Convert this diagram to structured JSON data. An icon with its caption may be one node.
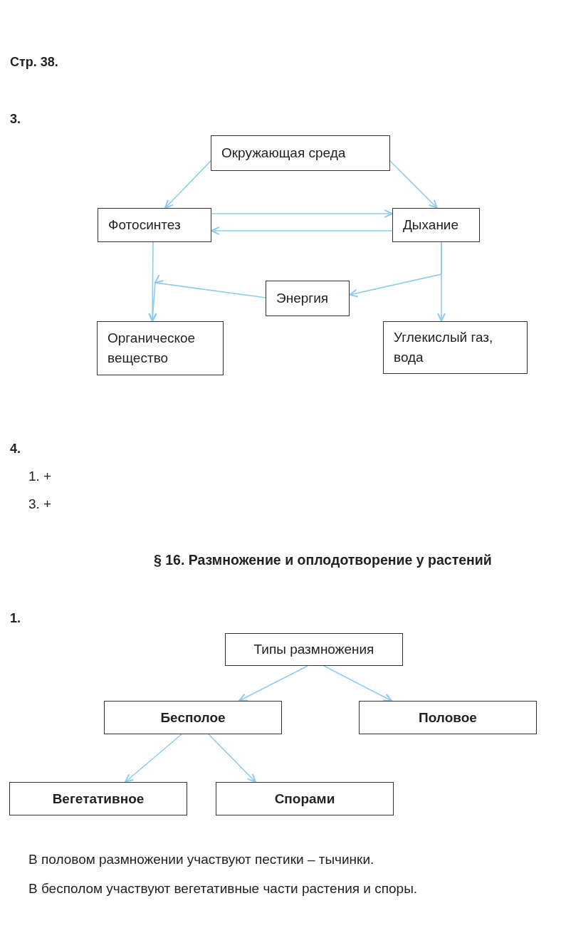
{
  "diagram": {
    "nodes": [
      {
        "text": [
          "Окружающая среда"
        ]
      },
      {
        "text": [
          "Фотосинтез"
        ]
      },
      {
        "text": [
          "Дыхание"
        ]
      },
      {
        "text": [
          "Энергия"
        ]
      },
      {
        "text": [
          "Органическое вещество"
        ]
      },
      {
        "text": [
          "Углекислый газ, вода"
        ]
      },
      {
        "text": [
          "Типы размножения"
        ]
      },
      {
        "text": [
          "Бесполое"
        ]
      },
      {
        "text": [
          "Половое"
        ]
      },
      {
        "text": [
          "Вегетативное"
        ]
      },
      {
        "text": [
          "Спорами"
        ]
      }
    ],
    "edges": [
      {
        "from": 0,
        "to": 1,
        "arrow": "to"
      },
      {
        "from": 0,
        "to": 2,
        "arrow": "to"
      },
      {
        "from": 1,
        "to": 2,
        "arrow": "to"
      },
      {
        "from": 2,
        "to": 1,
        "arrow": "to"
      },
      {
        "from": 1,
        "to": 4,
        "arrow": "to"
      },
      {
        "from": 3,
        "to": 4,
        "arrow": "to"
      },
      {
        "from": 2,
        "to": 3,
        "arrow": "to"
      },
      {
        "from": 2,
        "to": 5,
        "arrow": "to"
      },
      {
        "from": 6,
        "to": 7,
        "arrow": "to"
      },
      {
        "from": 6,
        "to": 8,
        "arrow": "to"
      },
      {
        "from": 7,
        "to": 9,
        "arrow": "to"
      },
      {
        "from": 7,
        "to": 10,
        "arrow": "to"
      }
    ],
    "labels": [
      "Стр. 38.",
      "3.",
      "4.",
      "1. +",
      "3. +",
      "§ 16. Размножение и оплодотворение у растений",
      "1.",
      "В половом размножении участвуют пестики – тычинки.",
      "В бесполом участвуют вегетативные части растения и споры."
    ]
  }
}
